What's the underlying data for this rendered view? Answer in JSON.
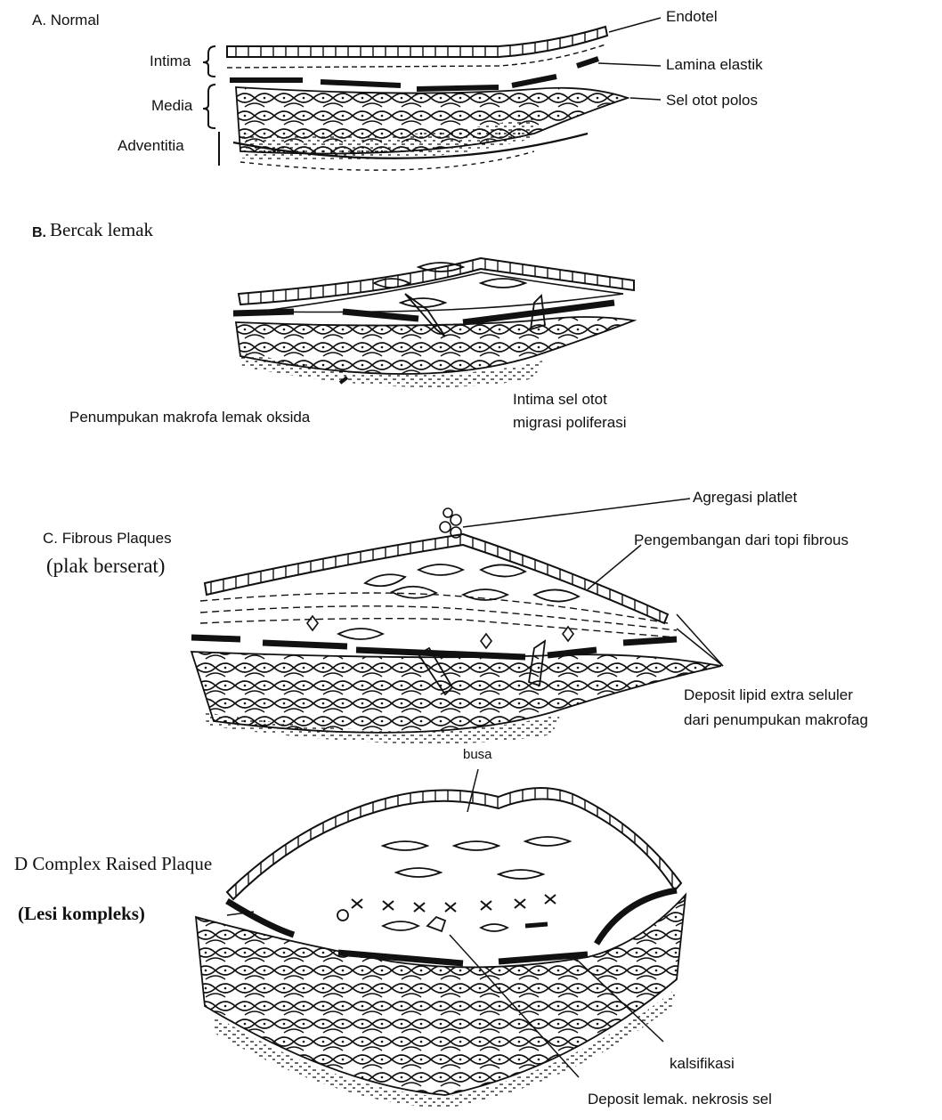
{
  "panel_a": {
    "title": "A. Normal",
    "layers": {
      "intima": "Intima",
      "media": "Media",
      "adventitia": "Adventitia"
    },
    "labels": {
      "endothelium": "Endotel",
      "elastic_lamina": "Lamina elastik",
      "smooth_muscle": "Sel otot polos"
    }
  },
  "panel_b": {
    "letter": "B.",
    "title": "Bercak lemak",
    "labels": {
      "macrophage": "Penumpukan makrofa lemak oksida",
      "smooth_muscle_1": "Intima sel otot",
      "smooth_muscle_2": "migrasi poliferasi"
    }
  },
  "panel_c": {
    "title": "C. Fibrous Plaques",
    "subtitle": "(plak berserat)",
    "labels": {
      "platelet": "Agregasi platlet",
      "fibrous_cap": "Pengembangan dari topi fibrous",
      "lipid_1": "Deposit lipid extra seluler",
      "lipid_2": "dari penumpukan makrofag"
    }
  },
  "panel_d": {
    "title": "D Complex Raised Plaque",
    "subtitle": "(Lesi kompleks)",
    "labels": {
      "foam": "busa",
      "calcification": "kalsifikasi",
      "necrosis": "Deposit lemak. nekrosis sel"
    }
  }
}
